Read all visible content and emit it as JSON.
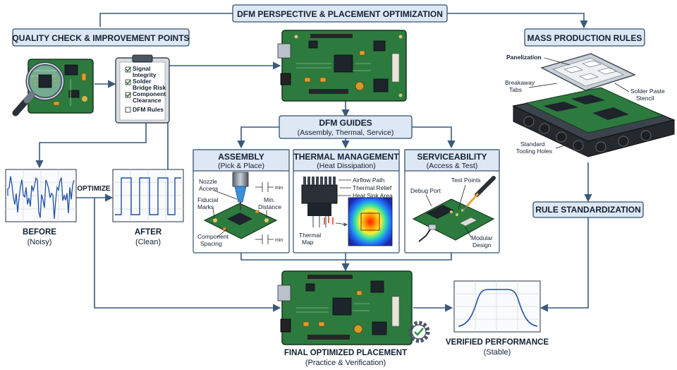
{
  "header": {
    "title": "DFM PERSPECTIVE & PLACEMENT OPTIMIZATION"
  },
  "quality": {
    "title": "QUALITY CHECK & IMPROVEMENT POINTS",
    "checklist": [
      {
        "label_1": "Signal",
        "label_2": "Integrity",
        "checked": true
      },
      {
        "label_1": "Solder",
        "label_2": "Bridge Risk",
        "checked": true
      },
      {
        "label_1": "Component",
        "label_2": "Clearance",
        "checked": true
      },
      {
        "label_1": "DFM Rules",
        "label_2": "",
        "checked": false
      }
    ]
  },
  "signal": {
    "before_title": "BEFORE",
    "before_sub": "(Noisy)",
    "optimize_label": "OPTIMIZE",
    "after_title": "AFTER",
    "after_sub": "(Clean)"
  },
  "guides": {
    "title": "DFM GUIDES",
    "subtitle": "(Assembly, Thermal, Service)",
    "panels": {
      "assembly": {
        "title": "ASSEMBLY",
        "subtitle": "(Pick & Place)",
        "labels": {
          "nozzle_1": "Nozzle",
          "nozzle_2": "Access",
          "fiducial_1": "Fiducial",
          "fiducial_2": "Marks",
          "min_1": "Min.",
          "min_2": "Distance",
          "comp_1": "Component",
          "comp_2": "Spacing",
          "min_tag_top": "min",
          "min_tag_bottom": "min"
        }
      },
      "thermal": {
        "title": "THERMAL MANAGEMENT",
        "subtitle": "(Heat Dissipation)",
        "labels": {
          "airflow": "Airflow Path",
          "relief": "Thermal Relief",
          "heatsink": "Heat Sink Area",
          "map_1": "Thermal",
          "map_2": "Map"
        }
      },
      "service": {
        "title": "SERVICEABILITY",
        "subtitle": "(Access & Test)",
        "labels": {
          "debug": "Debug Port",
          "test": "Test Points",
          "modular_1": "Modular",
          "modular_2": "Design"
        }
      }
    }
  },
  "mass": {
    "title": "MASS PRODUCTION RULES",
    "labels": {
      "panel": "Panelization",
      "break_1": "Breakaway",
      "break_2": "Tabs",
      "paste_1": "Solder Paste",
      "paste_2": "Stencil",
      "tool_1": "Standard",
      "tool_2": "Tooling Holes"
    }
  },
  "rule": {
    "title": "RULE STANDARDIZATION"
  },
  "final": {
    "title": "FINAL OPTIMIZED PLACEMENT",
    "subtitle": "(Practice & Verification)"
  },
  "verified": {
    "title": "VERIFIED PERFORMANCE",
    "subtitle": "(Stable)"
  },
  "colors": {
    "pcb_green": "#2d7a3e",
    "header_fill": "#dde8f4",
    "panel_fill": "#eef4fa",
    "flow_stroke": "#3a5a7a",
    "signal_blue": "#1f4fa8",
    "verify_green": "#2e9a47"
  },
  "icons": [
    "magnifier-icon",
    "clipboard-icon",
    "checkbox-icon",
    "nozzle-icon",
    "heatsink-icon",
    "soldering-iron-icon",
    "gear-check-icon"
  ]
}
